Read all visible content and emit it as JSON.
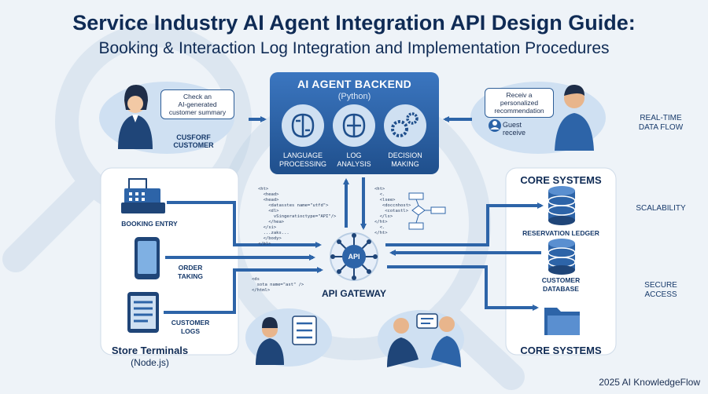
{
  "title": "Service Industry AI Agent Integration API Design Guide:",
  "subtitle": "Booking & Interaction Log Integration and Implementation Procedures",
  "backend": {
    "title": "AI AGENT BACKEND",
    "tech": "(Python)",
    "modules": [
      {
        "label1": "LANGUAGE",
        "label2": "PROCESSING"
      },
      {
        "label1": "LOG",
        "label2": "ANALYSIS"
      },
      {
        "label1": "DECISION",
        "label2": "MAKING"
      }
    ]
  },
  "left_agent": {
    "bubble": [
      "Check an",
      "AI-generated",
      "customer summary"
    ],
    "caption": [
      "CUSFORF",
      "CUSTOMER"
    ]
  },
  "right_customer": {
    "bubble": [
      "Receiv a",
      "personalized",
      "recommendation"
    ],
    "caption": [
      "Guest",
      "receive"
    ]
  },
  "side_labels": {
    "realtime": [
      "REAL-TIME",
      "DATA FLOW"
    ],
    "scalability": "SCALABILITY",
    "secure": [
      "SECURE",
      "ACCESS"
    ]
  },
  "store_terminals": {
    "title": "Store Terminals",
    "tech": "(Node.js)",
    "booking": "BOOKING ENTRY",
    "order": [
      "ORDER",
      "TAKING"
    ],
    "logs": [
      "CUSTOMER",
      "LOGS"
    ]
  },
  "core_systems": {
    "title_top": "CORE SYSTEMS",
    "title_bottom": "CORE SYSTEMS",
    "ledger": "RESERVATION LEDGER",
    "db": [
      "CUSTOMER",
      "DATABASE"
    ]
  },
  "gateway": {
    "badge": "API",
    "label": "API GATEWAY"
  },
  "code_snippets": {
    "left": "<ht>\n  <head>\n  <head>\n    <datasstes name=\"utfd\">\n    <dl>\n      vSingeratioctype=\"API\"/>\n    </hea>\n  </si>\n  ...zaks...\n  </body>\n</bl>",
    "right": "<ht>\n  <.\n  <lsee>\n   <doccnhost>\n    <cotastl>\n  </ls>\n</ht>\n  <.\n</ht>",
    "bottom": "<ds\n  sota name=\"ast\" />\n</html>"
  },
  "footer": "2025 AI KnowledgeFlow",
  "colors": {
    "navy": "#0f2b55",
    "blue": "#2d64a8",
    "light_blue": "#cfe0f2",
    "backend_top": "#3b76c0",
    "backend_bottom": "#1f4f8c"
  }
}
